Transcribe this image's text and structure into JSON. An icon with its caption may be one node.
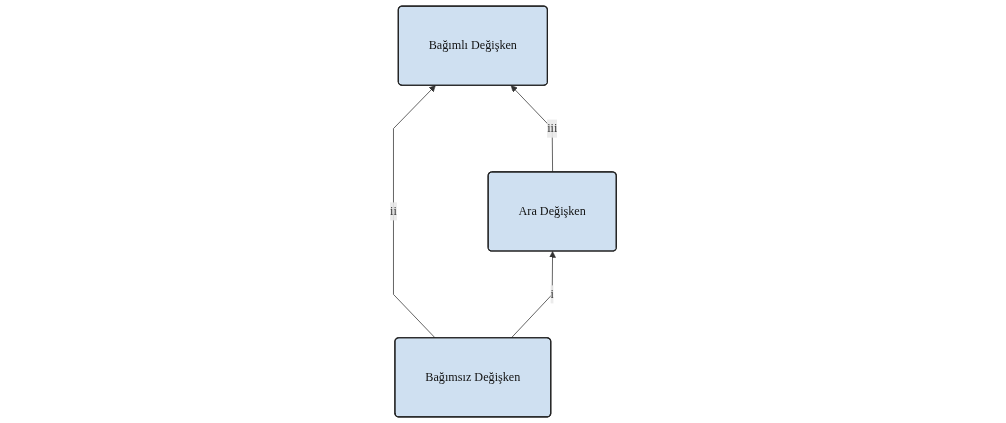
{
  "diagram": {
    "nodes": [
      {
        "text": [
          "Ara Değişken"
        ]
      },
      {
        "text": [
          "Bağımsız Değişken"
        ]
      },
      {
        "text": [
          "Bağımlı Değişken"
        ]
      }
    ],
    "edges": [
      {
        "from": 1,
        "to": 0,
        "arrow": "to",
        "label": "i"
      },
      {
        "from": 1,
        "to": 2,
        "arrow": "to",
        "label": "ii"
      },
      {
        "from": 0,
        "to": 2,
        "arrow": "to",
        "label": "iii"
      }
    ]
  }
}
